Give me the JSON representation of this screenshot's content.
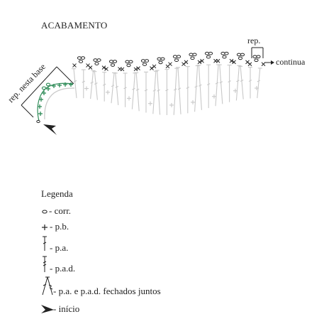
{
  "title": "ACABAMENTO",
  "diagram": {
    "rep_base_label": "rep. nesta base",
    "rep_label": "rep.",
    "continua_label": "continua",
    "colors": {
      "start_section": "#2e8b57",
      "stitches": "#c8c8c8",
      "dark": "#222222"
    }
  },
  "legend": {
    "title": "Legenda",
    "items": [
      {
        "icon": "chain-stitch-icon",
        "label": "corr."
      },
      {
        "icon": "single-crochet-icon",
        "label": "p.b."
      },
      {
        "icon": "double-crochet-icon",
        "label": "p.a."
      },
      {
        "icon": "treble-crochet-icon",
        "label": "p.a.d."
      },
      {
        "icon": "cluster-stitch-icon",
        "label": "p.a. e p.a.d. fechados juntos"
      },
      {
        "icon": "start-arrow-icon",
        "label": "início"
      }
    ]
  }
}
